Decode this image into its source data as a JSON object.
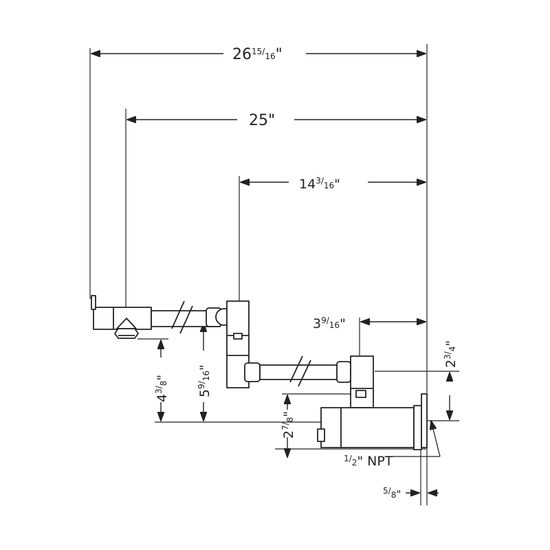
{
  "dimensions": {
    "overall_reach": {
      "whole": "26",
      "num": "15",
      "den": "16",
      "unit": "\""
    },
    "spout_reach": {
      "whole": "25",
      "unit": "\""
    },
    "arm_reach": {
      "whole": "14",
      "num": "3",
      "den": "16",
      "unit": "\""
    },
    "valve_offset": {
      "whole": "3",
      "num": "9",
      "den": "16",
      "unit": "\""
    },
    "spout_drop": {
      "whole": "4",
      "num": "3",
      "den": "8",
      "unit": "\""
    },
    "elbow_drop": {
      "whole": "5",
      "num": "9",
      "den": "16",
      "unit": "\""
    },
    "body_height": {
      "whole": "2",
      "num": "7",
      "den": "8",
      "unit": "\""
    },
    "inlet_height": {
      "whole": "2",
      "num": "3",
      "den": "4",
      "unit": "\""
    },
    "flange_depth": {
      "num": "5",
      "den": "8",
      "unit": "\""
    },
    "inlet_thread": {
      "num": "1",
      "den": "2",
      "unit": "\"",
      "suffix": "NPT"
    }
  },
  "colors": {
    "line": "#222222",
    "background": "#ffffff"
  }
}
